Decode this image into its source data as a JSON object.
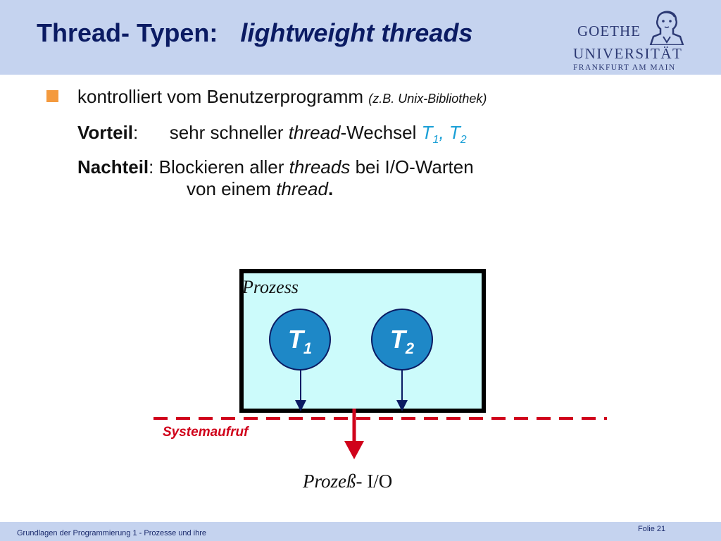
{
  "header": {
    "title_part_1": "Thread- Typen:",
    "title_part_2": "lightweight threads"
  },
  "logo": {
    "line_1": "GOETHE",
    "line_2": "UNIVERSITÄT",
    "line_3": "FRANKFURT AM MAIN"
  },
  "bullet": {
    "text": "kontrolliert vom Benutzerprogramm",
    "example": "(z.B. Unix-Bibliothek)"
  },
  "pro": {
    "label": "Vorteil",
    "colon": ":",
    "text_1": "sehr schneller",
    "text_italic": "thread",
    "text_2": "-Wechsel",
    "t1": "T",
    "t1_sub": "1",
    "comma": ",",
    "t2": "T",
    "t2_sub": "2"
  },
  "con": {
    "label": "Nachteil",
    "colon": ":",
    "text_1": "Blockieren aller",
    "text_italic": "threads",
    "text_2": "bei I/O-Warten",
    "cont_1": "von einem",
    "cont_italic": "thread",
    "cont_end": "."
  },
  "diagram": {
    "process_label": "Prozess",
    "thread_1": "T",
    "thread_1_sub": "1",
    "thread_2": "T",
    "thread_2_sub": "2",
    "syscall_label": "Systemaufruf",
    "io_italic": "Prozeß",
    "io_rest": "- I/O",
    "colors": {
      "process_fill": "#ccfbfb",
      "thread_fill": "#1e88c7",
      "arrow_blue": "#0b1b63",
      "syscall_red": "#d0021b"
    }
  },
  "footer": {
    "text": "Grundlagen der Programmierung 1 - Prozesse und ihre",
    "slide_number": "Folie 21"
  },
  "colors": {
    "header_band": "#c5d3ef",
    "title": "#0b1b63",
    "bullet_marker": "#f49a3e",
    "highlight_cyan": "#1a9fd6"
  }
}
